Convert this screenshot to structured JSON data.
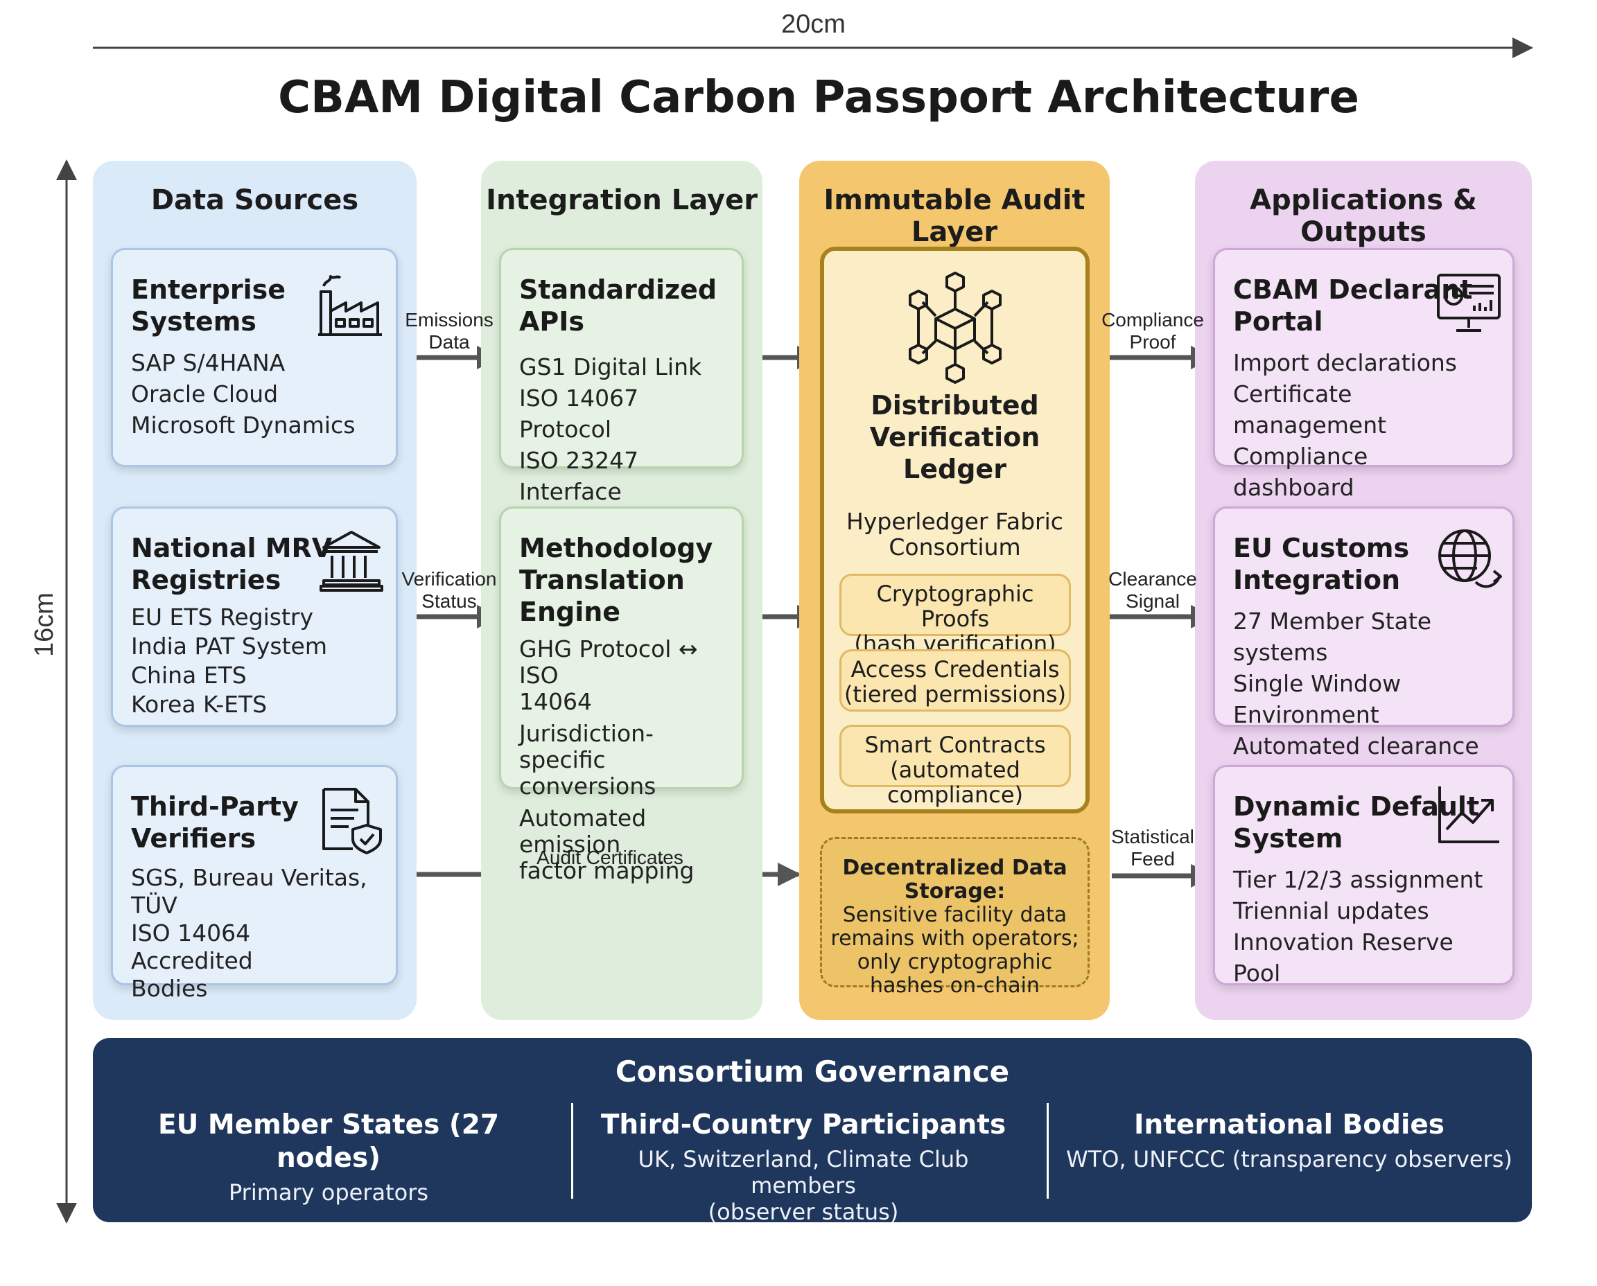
{
  "dimensions": {
    "width_label": "20cm",
    "height_label": "16cm"
  },
  "title": "CBAM Digital Carbon Passport Architecture",
  "columns": {
    "data_sources": {
      "header": "Data Sources"
    },
    "integration": {
      "header": "Integration Layer"
    },
    "audit": {
      "header": "Immutable Audit Layer"
    },
    "apps": {
      "header": "Applications & Outputs"
    }
  },
  "data_sources": [
    {
      "title_lines": [
        "Enterprise",
        "Systems"
      ],
      "lines": [
        "SAP S/4HANA",
        "Oracle Cloud",
        "Microsoft Dynamics"
      ],
      "icon": "factory-icon"
    },
    {
      "title_lines": [
        "National MRV",
        "Registries"
      ],
      "lines": [
        "EU ETS Registry",
        "India PAT System",
        "China ETS",
        "Korea K-ETS"
      ],
      "icon": "government-building-icon"
    },
    {
      "title_lines": [
        "Third-Party",
        "Verifiers"
      ],
      "lines": [
        "SGS, Bureau Veritas, TÜV",
        "ISO 14064 Accredited",
        "Bodies"
      ],
      "icon": "certified-document-icon"
    }
  ],
  "integration": [
    {
      "title_lines": [
        "Standardized APIs"
      ],
      "lines": [
        "GS1 Digital Link",
        "ISO 14067 Protocol",
        "ISO 23247 Interface"
      ]
    },
    {
      "title_lines": [
        "Methodology",
        "Translation Engine"
      ],
      "lines": [
        "GHG Protocol ↔ ISO",
        "14064",
        "Jurisdiction-specific",
        "conversions",
        "Automated emission",
        "factor mapping"
      ]
    }
  ],
  "ledger": {
    "icon": "blockchain-network-icon",
    "title_lines": [
      "Distributed",
      "Verification",
      "Ledger"
    ],
    "subtitle_lines": [
      "Hyperledger Fabric",
      "Consortium"
    ],
    "features": [
      {
        "name": "Cryptographic Proofs",
        "detail": "(hash verification)"
      },
      {
        "name": "Access Credentials",
        "detail": "(tiered permissions)"
      },
      {
        "name": "Smart Contracts",
        "detail": "(automated compliance)"
      }
    ]
  },
  "storage": {
    "title": "Decentralized Data Storage:",
    "lines": [
      "Sensitive facility data",
      "remains with operators;",
      "only cryptographic",
      "hashes on-chain"
    ]
  },
  "apps": [
    {
      "title_lines": [
        "CBAM Declarant",
        "Portal"
      ],
      "lines": [
        "Import declarations",
        "Certificate management",
        "Compliance dashboard"
      ],
      "icon": "dashboard-monitor-icon"
    },
    {
      "title_lines": [
        "EU Customs",
        "Integration"
      ],
      "lines": [
        "27 Member State systems",
        "Single Window Environment",
        "Automated clearance"
      ],
      "icon": "globe-exchange-icon"
    },
    {
      "title_lines": [
        "Dynamic Default",
        "System"
      ],
      "lines": [
        "Tier 1/2/3 assignment",
        "Triennial updates",
        "Innovation Reserve Pool"
      ],
      "icon": "trend-chart-icon"
    }
  ],
  "flows": {
    "emissions": [
      "Emissions",
      "Data"
    ],
    "verification": [
      "Verification",
      "Status"
    ],
    "audit_certificates": "Audit Certificates",
    "compliance": [
      "Compliance",
      "Proof"
    ],
    "clearance": [
      "Clearance",
      "Signal"
    ],
    "statistical": [
      "Statistical",
      "Feed"
    ]
  },
  "governance": {
    "title": "Consortium Governance",
    "groups": [
      {
        "name": "EU Member States (27 nodes)",
        "desc_lines": [
          "Primary operators"
        ]
      },
      {
        "name": "Third-Country Participants",
        "desc_lines": [
          "UK, Switzerland, Climate Club members",
          "(observer status)"
        ]
      },
      {
        "name": "International Bodies",
        "desc_lines": [
          "WTO, UNFCCC (transparency observers)"
        ]
      }
    ]
  },
  "colors": {
    "data_sources_bg": "#dbeaf8",
    "integration_bg": "#dfeedc",
    "audit_bg": "#f4c76e",
    "apps_bg": "#ecd3ef",
    "governance_bg": "#1f365d",
    "arrow": "#555555"
  }
}
